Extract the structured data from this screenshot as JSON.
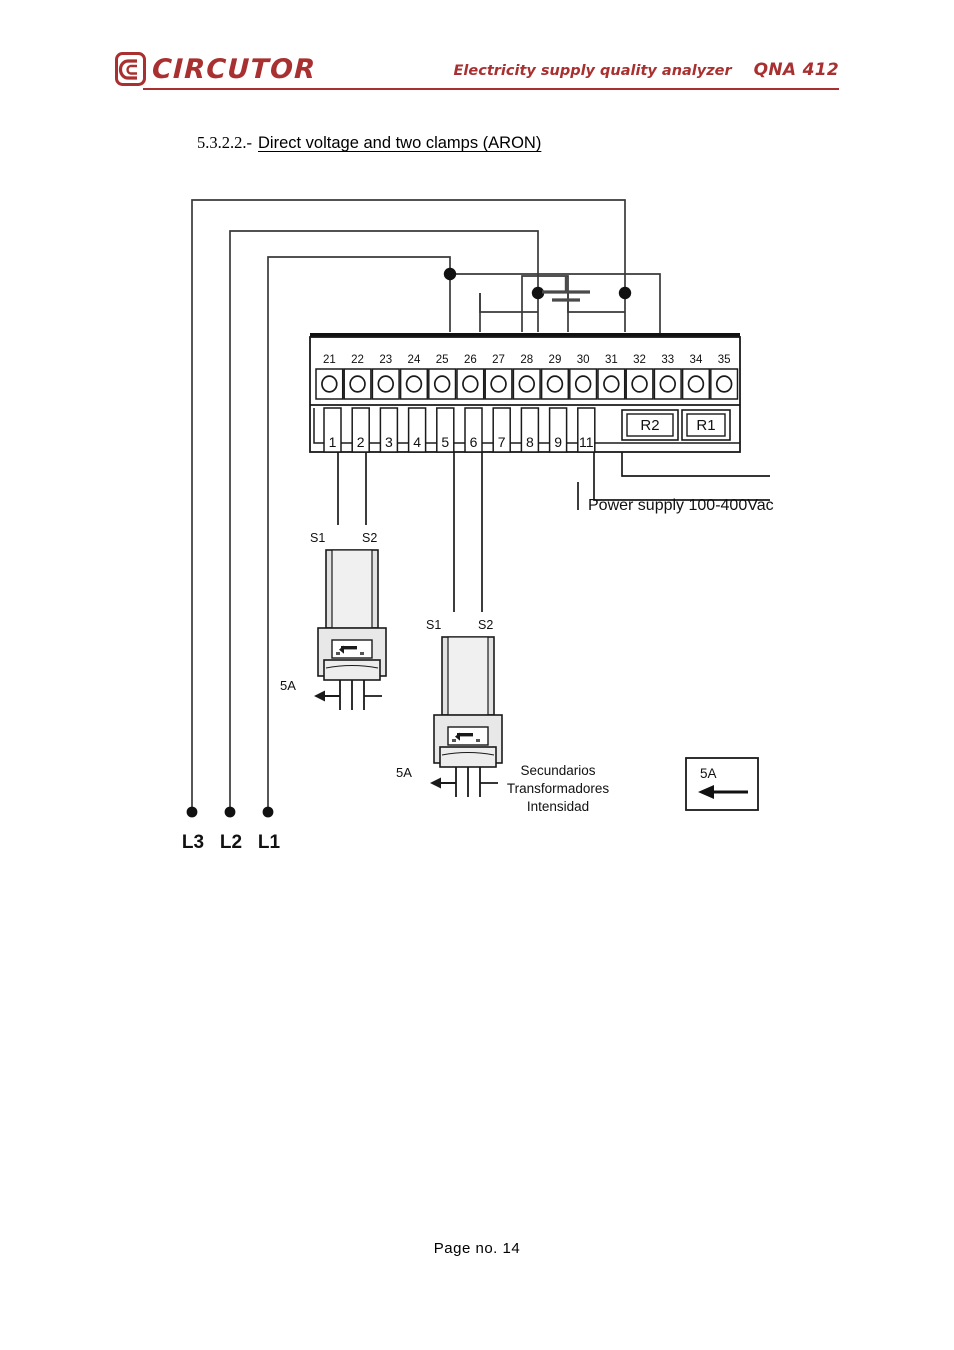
{
  "header": {
    "brand": "CIRCUTOR",
    "logo_icon": "circutor-c-logo-icon",
    "subtitle": "Electricity supply quality analyzer",
    "model": "QNA 412",
    "accent_color": "#A93030"
  },
  "section": {
    "number": "5.3.2.2.-",
    "title": "Direct voltage and two clamps (ARON)"
  },
  "diagram": {
    "name": "aron-connection-wiring-diagram",
    "phase_labels": [
      "L3",
      "L2",
      "L1"
    ],
    "terminals_top": {
      "numbers": [
        "21",
        "22",
        "23",
        "24",
        "25",
        "26",
        "27",
        "28",
        "29",
        "30",
        "31",
        "32",
        "33",
        "34",
        "35"
      ],
      "socket_icon": "terminal-socket-icon"
    },
    "terminals_bottom": {
      "numbers": [
        "1",
        "2",
        "3",
        "4",
        "5",
        "6",
        "7",
        "8",
        "9",
        "11"
      ],
      "relays": [
        "R2",
        "R1"
      ]
    },
    "power_supply_label": "Power supply 100-400Vac",
    "earth_icon": "earth-ground-icon",
    "clamps": [
      {
        "name": "current-clamp-1",
        "s1": "S1",
        "s2": "S2",
        "rating": "5A",
        "connected_terminals": [
          "1",
          "2"
        ]
      },
      {
        "name": "current-clamp-2",
        "s1": "S1",
        "s2": "S2",
        "rating": "5A",
        "connected_terminals": [
          "5",
          "6"
        ]
      }
    ],
    "legend": {
      "lines": [
        "Secundarios",
        "Transformadores",
        "Intensidad"
      ],
      "box_label": "5A",
      "arrow_icon": "left-arrow-icon"
    }
  },
  "footer": {
    "page_label": "Page  no.   14"
  }
}
